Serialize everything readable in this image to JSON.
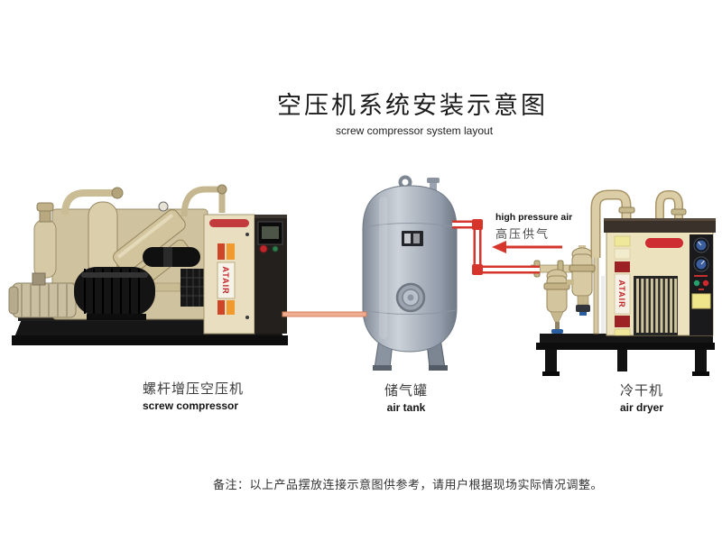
{
  "header": {
    "title": "空压机系统安装示意图",
    "subtitle": "screw compressor system layout"
  },
  "equipment": {
    "compressor": {
      "name_zh": "螺杆增压空压机",
      "name_en": "screw compressor",
      "brand": "ATAIR"
    },
    "tank": {
      "name_zh": "储气罐",
      "name_en": "air tank"
    },
    "dryer": {
      "name_zh": "冷干机",
      "name_en": "air dryer",
      "brand": "ATAIR"
    }
  },
  "flow_annotation": {
    "en": "high pressure air",
    "zh": "高压供气"
  },
  "footer": {
    "note": "备注：以上产品摆放连接示意图供参考，请用户根据现场实际情况调整。"
  },
  "colors": {
    "pipe_red": "#d6352c",
    "pipe_salmon": "#efad92",
    "brand_red": "#c32127",
    "machine_beige": "#d8cba4",
    "cabinet_cream": "#e9dfc0",
    "tank_grey": "#aab3bf",
    "accent_orange": "#f09a2f",
    "base_black": "#141414"
  }
}
